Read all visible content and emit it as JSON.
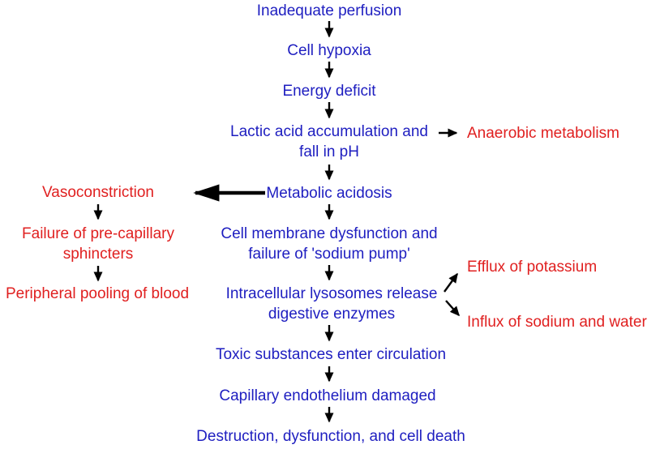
{
  "colors": {
    "main_chain_text": "#1e1ec0",
    "branch_text": "#e02020",
    "arrow": "#000000",
    "background": "#ffffff"
  },
  "nodes": {
    "inadequate_perfusion": "Inadequate perfusion",
    "cell_hypoxia": "Cell hypoxia",
    "energy_deficit": "Energy deficit",
    "lactic_acid": "Lactic acid accumulation and\nfall in pH",
    "anaerobic_metabolism": "Anaerobic metabolism",
    "metabolic_acidosis": "Metabolic acidosis",
    "vasoconstriction": "Vasoconstriction",
    "failure_precapillary_sphincters": "Failure of pre-capillary\nsphincters",
    "peripheral_pooling": "Peripheral pooling of blood",
    "cell_membrane_dysfunction": "Cell membrane dysfunction and\nfailure of 'sodium pump'",
    "lysosomes_release": "Intracellular lysosomes release\ndigestive enzymes",
    "efflux_potassium": "Efflux of potassium",
    "influx_sodium_water": "Influx of sodium and water",
    "toxic_substances": "Toxic substances enter circulation",
    "capillary_endothelium": "Capillary endothelium damaged",
    "destruction_cell_death": "Destruction, dysfunction, and cell death"
  },
  "edges": [
    {
      "from": "inadequate_perfusion",
      "to": "cell_hypoxia",
      "style": "thin"
    },
    {
      "from": "cell_hypoxia",
      "to": "energy_deficit",
      "style": "thin"
    },
    {
      "from": "energy_deficit",
      "to": "lactic_acid",
      "style": "thin"
    },
    {
      "from": "lactic_acid",
      "to": "anaerobic_metabolism",
      "style": "thin"
    },
    {
      "from": "lactic_acid",
      "to": "metabolic_acidosis",
      "style": "thin"
    },
    {
      "from": "metabolic_acidosis",
      "to": "vasoconstriction",
      "style": "thick"
    },
    {
      "from": "metabolic_acidosis",
      "to": "cell_membrane_dysfunction",
      "style": "thin"
    },
    {
      "from": "vasoconstriction",
      "to": "failure_precapillary_sphincters",
      "style": "thin"
    },
    {
      "from": "failure_precapillary_sphincters",
      "to": "peripheral_pooling",
      "style": "thin"
    },
    {
      "from": "cell_membrane_dysfunction",
      "to": "lysosomes_release",
      "style": "thin"
    },
    {
      "from": "lysosomes_release",
      "to": "efflux_potassium",
      "style": "thin"
    },
    {
      "from": "lysosomes_release",
      "to": "influx_sodium_water",
      "style": "thin"
    },
    {
      "from": "lysosomes_release",
      "to": "toxic_substances",
      "style": "thin"
    },
    {
      "from": "toxic_substances",
      "to": "capillary_endothelium",
      "style": "thin"
    },
    {
      "from": "capillary_endothelium",
      "to": "destruction_cell_death",
      "style": "thin"
    }
  ]
}
